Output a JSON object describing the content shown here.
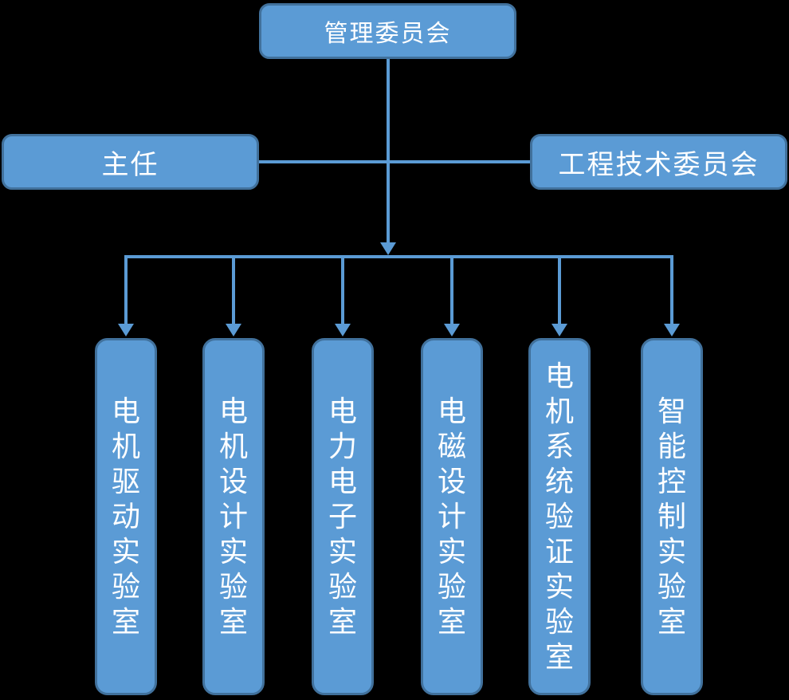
{
  "diagram": {
    "type": "org-chart",
    "colors": {
      "background": "#000000",
      "node_fill": "#5B9BD5",
      "node_border": "#41719C",
      "connector": "#5B9BD5",
      "text": "#FFFFFF"
    },
    "nodes": {
      "top": {
        "label": "管理委员会"
      },
      "left": {
        "label": "主任"
      },
      "right": {
        "label": "工程技术委员会"
      },
      "labs": [
        {
          "label": "电机驱动实验室"
        },
        {
          "label": "电机设计实验室"
        },
        {
          "label": "电力电子实验室"
        },
        {
          "label": "电磁设计实验室"
        },
        {
          "label": "电机系统验证实验室"
        },
        {
          "label": "智能控制实验室"
        }
      ]
    }
  }
}
